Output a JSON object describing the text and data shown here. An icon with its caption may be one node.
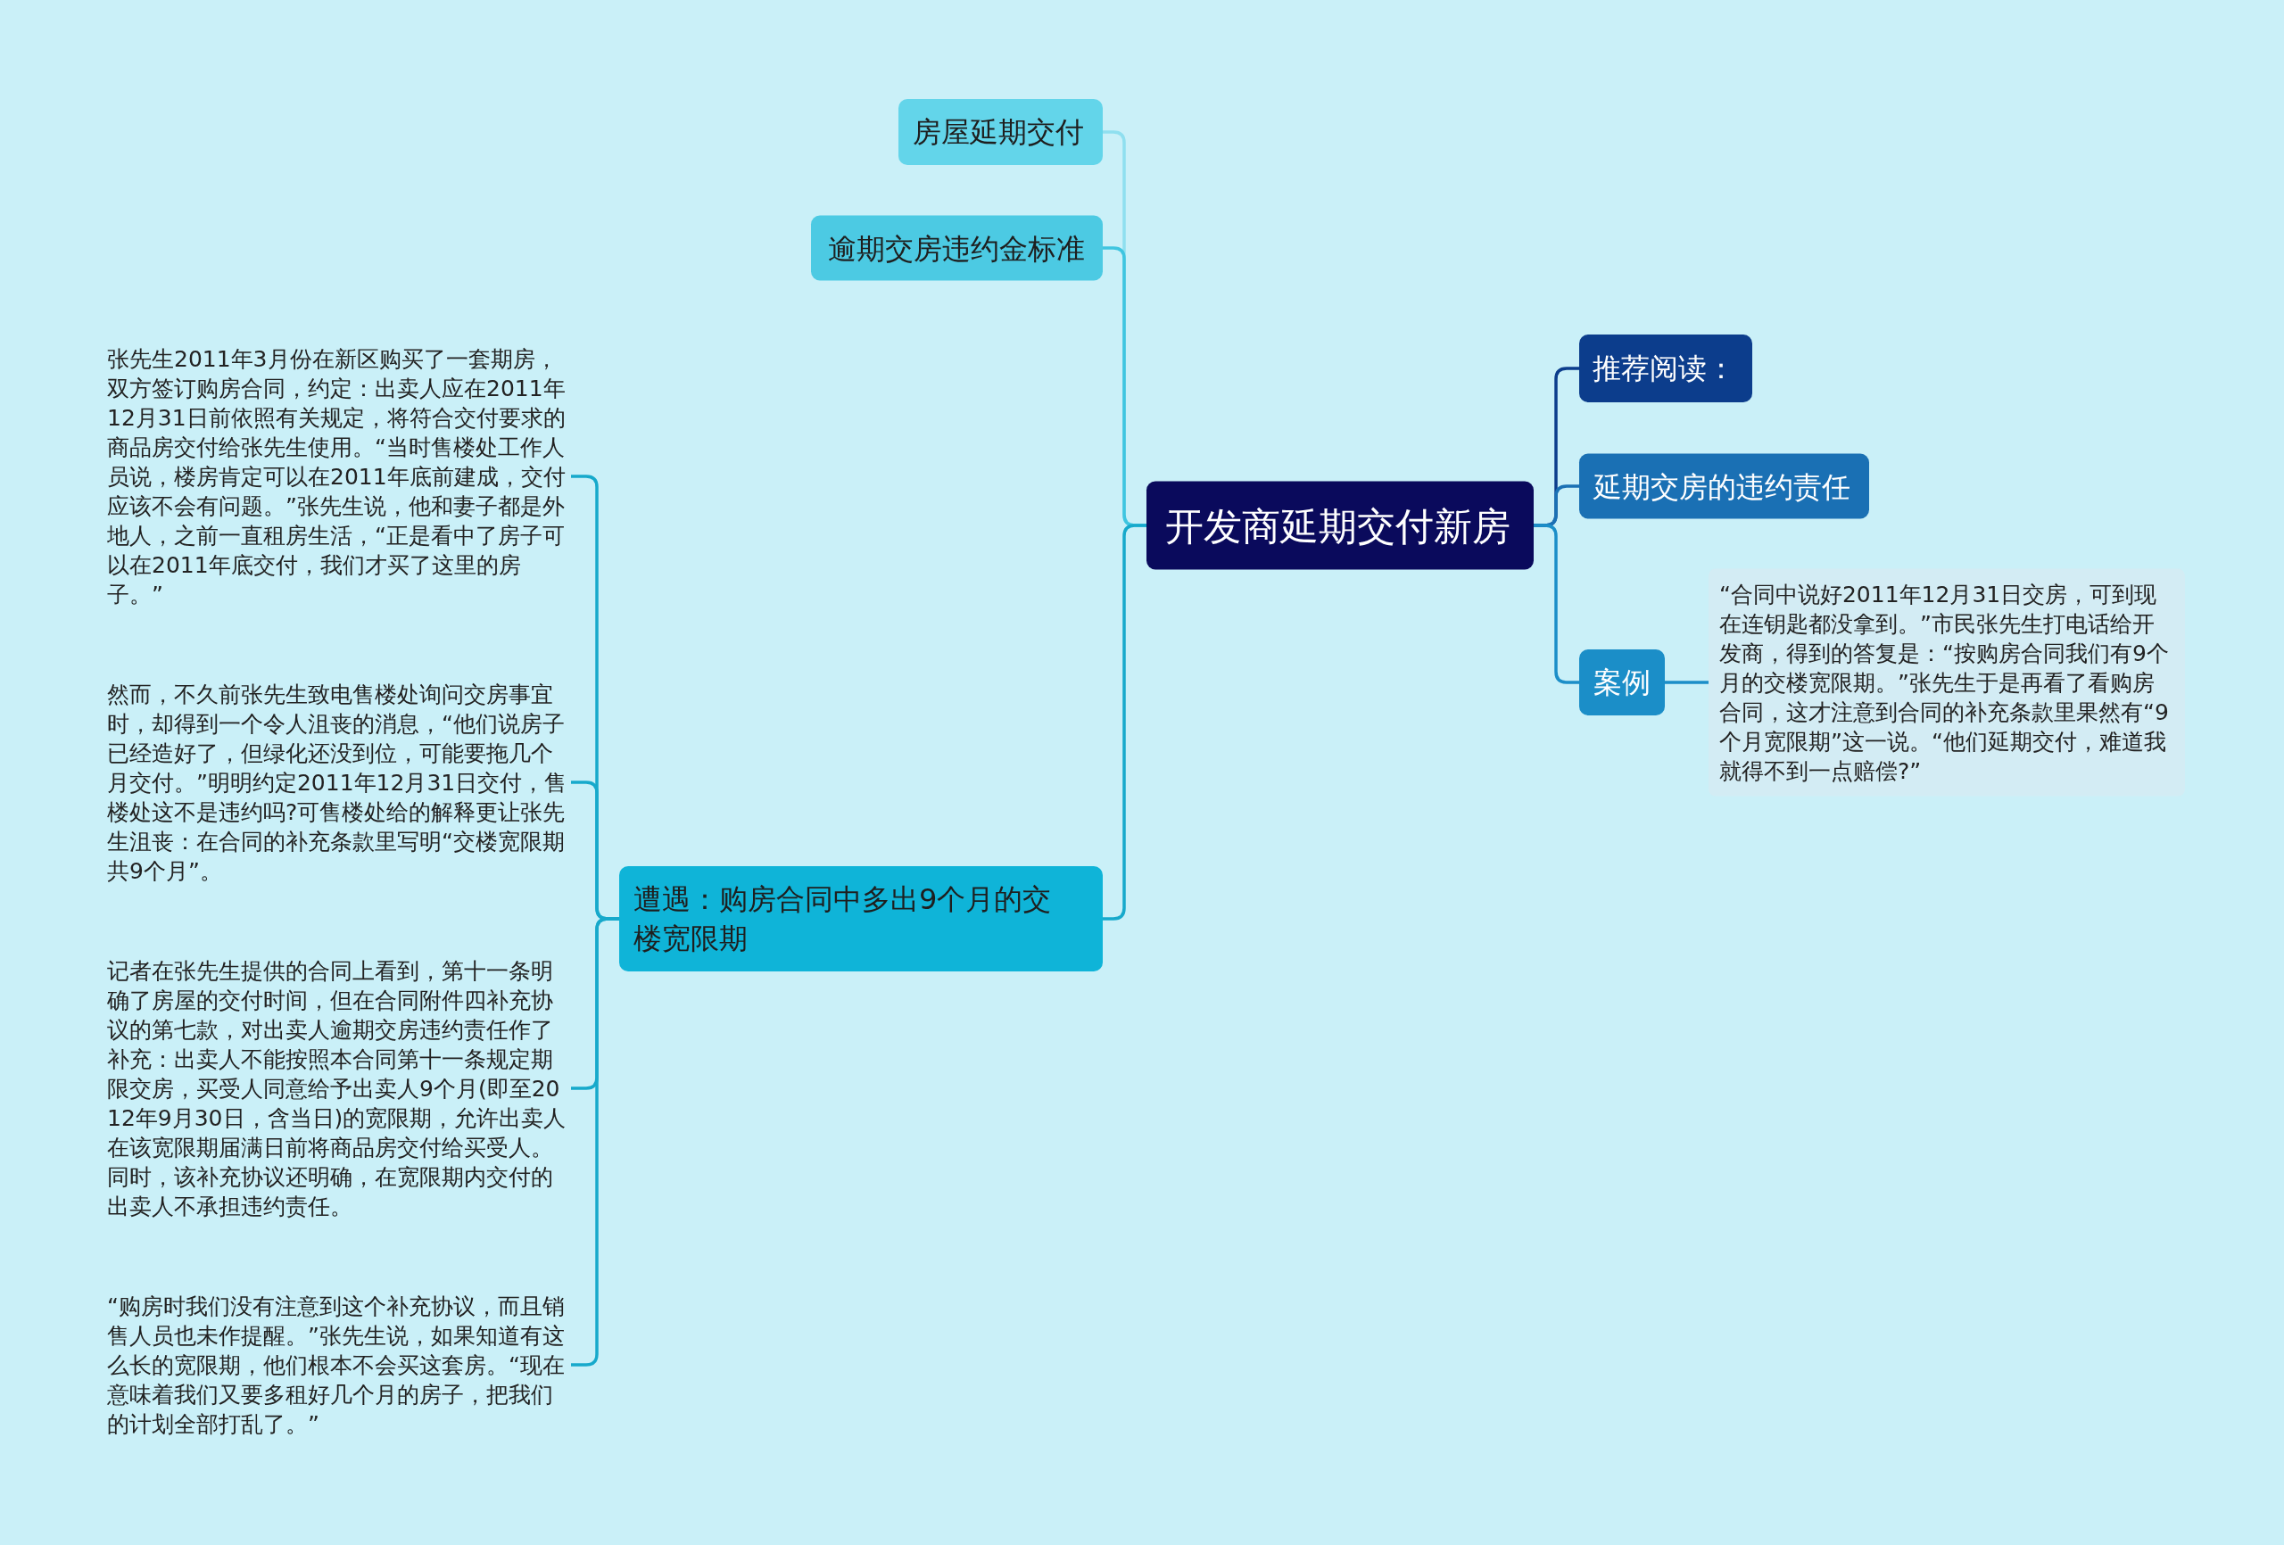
{
  "diagram": {
    "nodes": [
      {
        "text": [
          "开发商延期交付新房"
        ]
      },
      {
        "text": [
          "房屋延期交付"
        ]
      },
      {
        "text": [
          "逾期交房违约金标准"
        ]
      },
      {
        "text": [
          "遭遇：购房合同中多出9个月的交楼宽限期"
        ]
      },
      {
        "text": [
          "张先生2011年3月份在新区购买了一套期房，双方签订购房合同，约定：出卖人应在2011年12月31日前依照有关规定，将符合交付要求的商品房交付给张先生使用。“当时售楼处工作人员说，楼房肯定可以在2011年底前建成，交付应该不会有问题。”张先生说，他和妻子都是外地人，之前一直租房生活，“正是看中了房子可以在2011年底交付，我们才买了这里的房子。”"
        ]
      },
      {
        "text": [
          "然而，不久前张先生致电售楼处询问交房事宜时，却得到一个令人沮丧的消息，“他们说房子已经造好了，但绿化还没到位，可能要拖几个月交付。”明明约定2011年12月31日交付，售楼处这不是违约吗?可售楼处给的解释更让张先生沮丧：在合同的补充条款里写明“交楼宽限期共9个月”。"
        ]
      },
      {
        "text": [
          "记者在张先生提供的合同上看到，第十一条明确了房屋的交付时间，但在合同附件四补充协议的第七款，对出卖人逾期交房违约责任作了补充：出卖人不能按照本合同第十一条规定期限交房，买受人同意给予出卖人9个月(即至2012年9月30日，含当日)的宽限期，允许出卖人在该宽限期届满日前将商品房交付给买受人。同时，该补充协议还明确，在宽限期内交付的出卖人不承担违约责任。"
        ]
      },
      {
        "text": [
          "“购房时我们没有注意到这个补充协议，而且销售人员也未作提醒。”张先生说，如果知道有这么长的宽限期，他们根本不会买这套房。“现在意味着我们又要多租好几个月的房子，把我们的计划全部打乱了。”"
        ]
      },
      {
        "text": [
          "推荐阅读："
        ]
      },
      {
        "text": [
          "延期交房的违约责任"
        ]
      },
      {
        "text": [
          "案例"
        ]
      },
      {
        "text": [
          "“合同中说好2011年12月31日交房，可到现在连钥匙都没拿到。”市民张先生打电话给开发商，得到的答复是：“按购房合同我们有9个月的交楼宽限期。”张先生于是再看了看购房合同，这才注意到合同的补充条款里果然有“9个月宽限期”这一说。“他们延期交付，难道我就得不到一点赔偿?”"
        ]
      }
    ],
    "edges": [
      {
        "from": 0,
        "to": 1,
        "arrow": "none",
        "color": "#8fdfef"
      },
      {
        "from": 0,
        "to": 2,
        "arrow": "none",
        "color": "#3fc5e0"
      },
      {
        "from": 0,
        "to": 3,
        "arrow": "none"
      },
      {
        "from": 3,
        "to": 4,
        "arrow": "none"
      },
      {
        "from": 3,
        "to": 5,
        "arrow": "none"
      },
      {
        "from": 3,
        "to": 6,
        "arrow": "none"
      },
      {
        "from": 3,
        "to": 7,
        "arrow": "none"
      },
      {
        "from": 0,
        "to": 8,
        "arrow": "none",
        "color": "#0c3d8c"
      },
      {
        "from": 0,
        "to": 9,
        "arrow": "none",
        "color": "#1a70b4"
      },
      {
        "from": 0,
        "to": 10,
        "arrow": "none",
        "color": "#1b8ec8"
      },
      {
        "from": 10,
        "to": 11,
        "arrow": "none",
        "color": "#1b8ec8"
      }
    ]
  }
}
